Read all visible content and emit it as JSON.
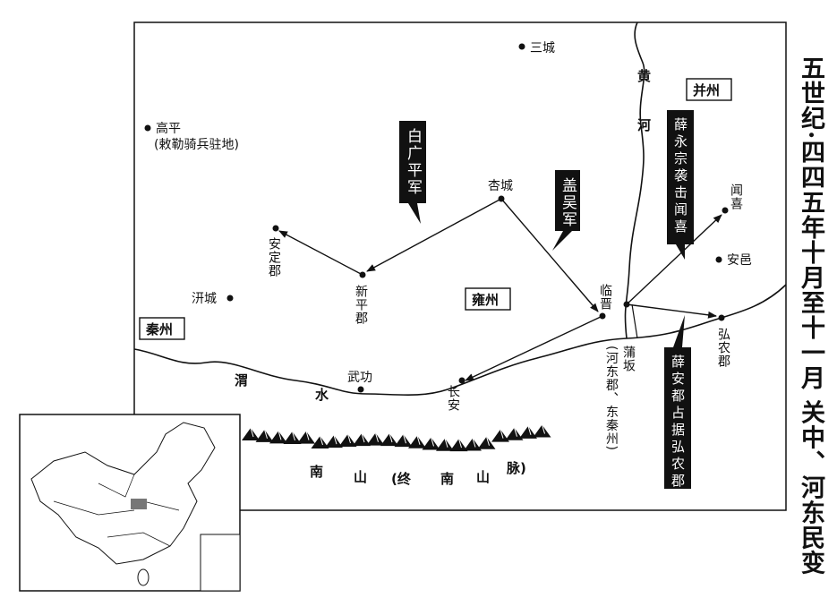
{
  "title": "五世纪·四四五年十月至十一月 关中、河东民变",
  "regions": [
    "雍州",
    "秦州",
    "并州"
  ],
  "rivers": {
    "yellow_river": [
      "黄",
      "河"
    ],
    "wei_river": [
      "渭",
      "水"
    ]
  },
  "mountains": {
    "label": [
      "南",
      "山",
      "(终",
      "南",
      "山",
      "脉)"
    ]
  },
  "places": [
    {
      "name": "三城"
    },
    {
      "name": "高平"
    },
    {
      "name": "(敕勒骑兵驻地)"
    },
    {
      "name": "安定郡"
    },
    {
      "name": "新平郡"
    },
    {
      "name": "杏城"
    },
    {
      "name": "汧城"
    },
    {
      "name": "临晋"
    },
    {
      "name": "蒲坂"
    },
    {
      "name": "(河东郡、东秦州)"
    },
    {
      "name": "闻喜"
    },
    {
      "name": "安邑"
    },
    {
      "name": "弘农郡"
    },
    {
      "name": "武功"
    },
    {
      "name": "长安"
    }
  ],
  "banners": [
    "白广平军",
    "盖吴军",
    "薛永宗袭击闻喜",
    "薛安都占据弘农郡"
  ],
  "colors": {
    "ink": "#111111",
    "paper": "#ffffff",
    "highlight": "#777777"
  }
}
